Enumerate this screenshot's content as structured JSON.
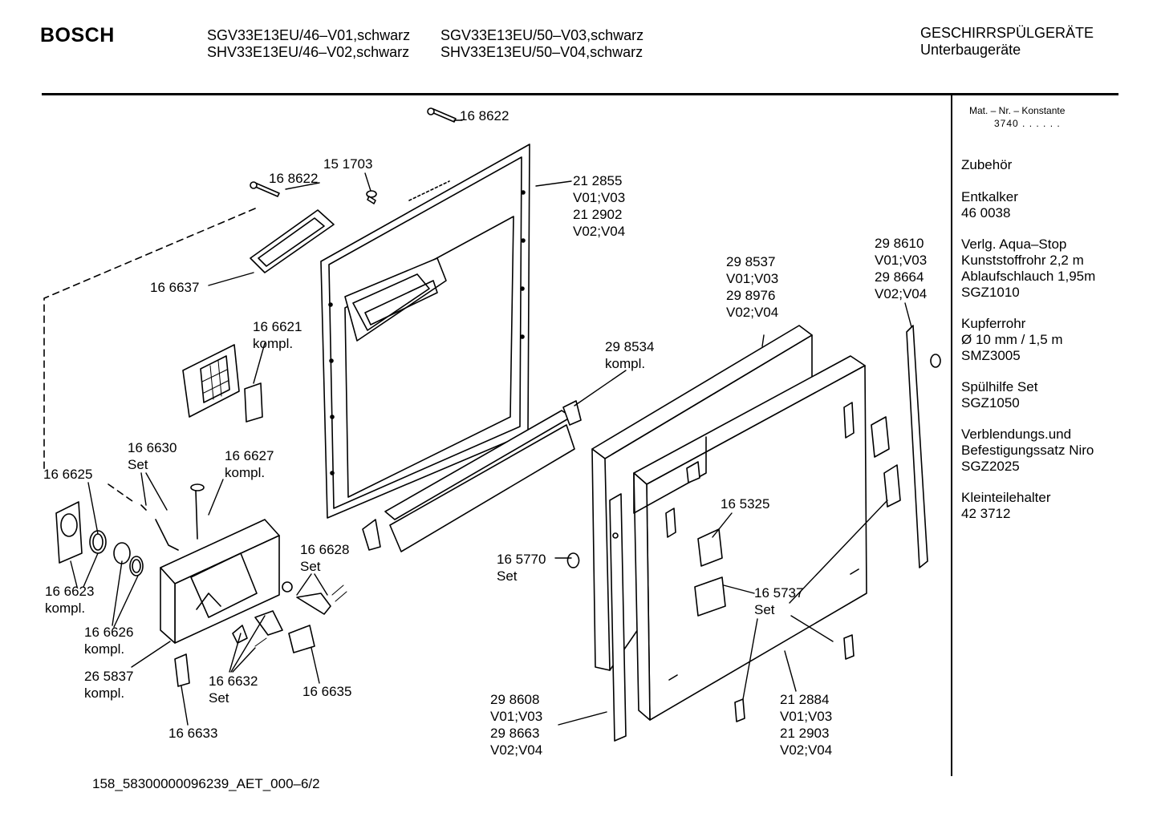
{
  "header": {
    "brand": "BOSCH",
    "models": [
      "SGV33E13EU/46–V01,schwarz",
      "SHV33E13EU/46–V02,schwarz",
      "SGV33E13EU/50–V03,schwarz",
      "SHV33E13EU/50–V04,schwarz"
    ],
    "category": "GESCHIRRSPÜLGERÄTE",
    "subcategory": "Unterbaugeräte"
  },
  "sidebar": {
    "mat_title": "Mat. – Nr. – Konstante",
    "mat_value": "3740 . . . . . .",
    "accessories_heading": "Zubehör",
    "accessories": [
      {
        "lines": [
          "Entkalker",
          "46 0038"
        ]
      },
      {
        "lines": [
          "Verlg. Aqua–Stop",
          "Kunststoffrohr 2,2 m",
          "Ablaufschlauch 1,95m",
          "SGZ1010"
        ]
      },
      {
        "lines": [
          "Kupferrohr",
          "Ø 10 mm / 1,5 m",
          "SMZ3005"
        ]
      },
      {
        "lines": [
          "Spülhilfe Set",
          "SGZ1050"
        ]
      },
      {
        "lines": [
          "Verblendungs.und",
          "Befestigungssatz Niro",
          "SGZ2025"
        ]
      },
      {
        "lines": [
          "Kleinteilehalter",
          "42 3712"
        ]
      }
    ]
  },
  "parts": [
    {
      "id": "168622-top",
      "lines": [
        "16 8622"
      ]
    },
    {
      "id": "168622-left",
      "lines": [
        "16 8622"
      ]
    },
    {
      "id": "151703",
      "lines": [
        "15 1703"
      ]
    },
    {
      "id": "212855",
      "lines": [
        "21 2855",
        "V01;V03",
        "21 2902",
        "V02;V04"
      ]
    },
    {
      "id": "166637",
      "lines": [
        "16 6637"
      ]
    },
    {
      "id": "166621",
      "lines": [
        "16 6621",
        "kompl."
      ]
    },
    {
      "id": "298537",
      "lines": [
        "29 8537",
        "V01;V03",
        "29 8976",
        "V02;V04"
      ]
    },
    {
      "id": "298610",
      "lines": [
        "29 8610",
        "V01;V03",
        "29 8664",
        "V02;V04"
      ]
    },
    {
      "id": "298534",
      "lines": [
        "29 8534",
        "kompl."
      ]
    },
    {
      "id": "166630",
      "lines": [
        "16 6630",
        "Set"
      ]
    },
    {
      "id": "166627",
      "lines": [
        "16 6627",
        "kompl."
      ]
    },
    {
      "id": "166625",
      "lines": [
        "16 6625"
      ]
    },
    {
      "id": "165325",
      "lines": [
        "16 5325"
      ]
    },
    {
      "id": "166628",
      "lines": [
        "16 6628",
        "Set"
      ]
    },
    {
      "id": "165770",
      "lines": [
        "16 5770",
        "Set"
      ]
    },
    {
      "id": "166623",
      "lines": [
        "16 6623",
        "kompl."
      ]
    },
    {
      "id": "165737",
      "lines": [
        "16 5737",
        "Set"
      ]
    },
    {
      "id": "166626",
      "lines": [
        "16 6626",
        "kompl."
      ]
    },
    {
      "id": "265837",
      "lines": [
        "26 5837",
        "kompl."
      ]
    },
    {
      "id": "166632",
      "lines": [
        "16 6632",
        "Set"
      ]
    },
    {
      "id": "166635",
      "lines": [
        "16 6635"
      ]
    },
    {
      "id": "298608",
      "lines": [
        "29 8608",
        "V01;V03",
        "29 8663",
        "V02;V04"
      ]
    },
    {
      "id": "212884",
      "lines": [
        "21 2884",
        "V01;V03",
        "21 2903",
        "V02;V04"
      ]
    },
    {
      "id": "166633",
      "lines": [
        "16 6633"
      ]
    }
  ],
  "footer": {
    "code": "158_58300000096239_AET_000–6/2"
  }
}
